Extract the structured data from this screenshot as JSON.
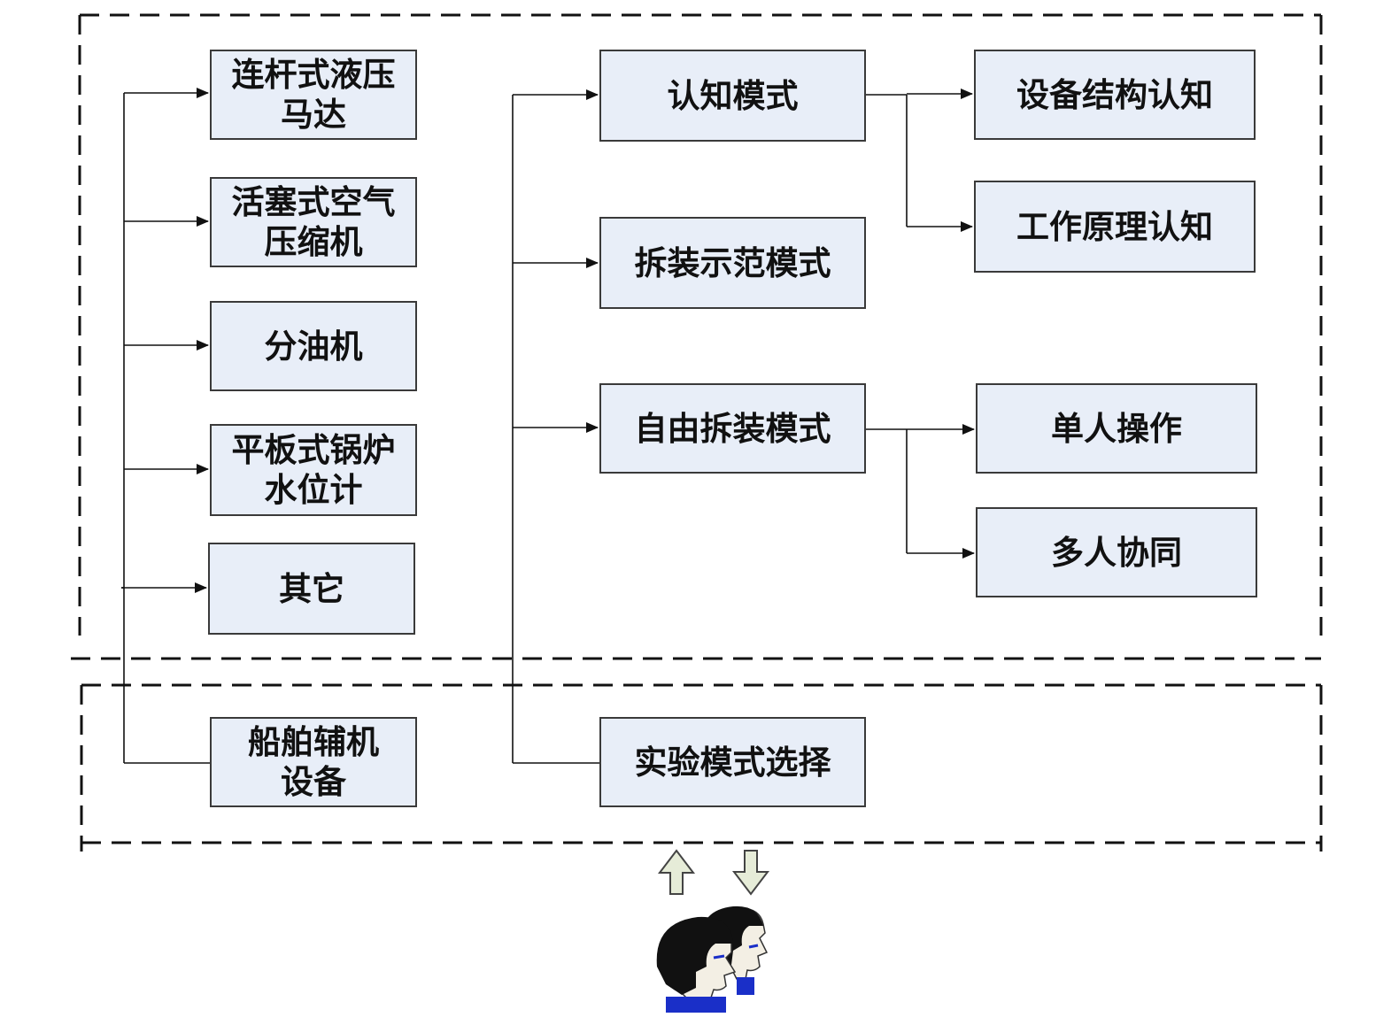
{
  "devices": {
    "items": [
      "连杆式液压\n马达",
      "活塞式空气\n压缩机",
      "分油机",
      "平板式锅炉\n水位计",
      "其它"
    ],
    "root": "船舶辅机\n设备"
  },
  "modes": {
    "items": [
      "认知模式",
      "拆装示范模式",
      "自由拆装模式"
    ],
    "root": "实验模式选择"
  },
  "cognition_sub": [
    "设备结构认知",
    "工作原理认知"
  ],
  "free_sub": [
    "单人操作",
    "多人协同"
  ],
  "colors": {
    "box_fill": "#e8eef8",
    "box_border": "#3a3a3a",
    "line": "#111111",
    "exchange_arrow_fill": "#e6ecd8",
    "avatar_shirt": "#1a2fc8"
  },
  "icons": {
    "users": "users-icon",
    "exchange_up": "arrow-up-icon",
    "exchange_down": "arrow-down-icon"
  }
}
